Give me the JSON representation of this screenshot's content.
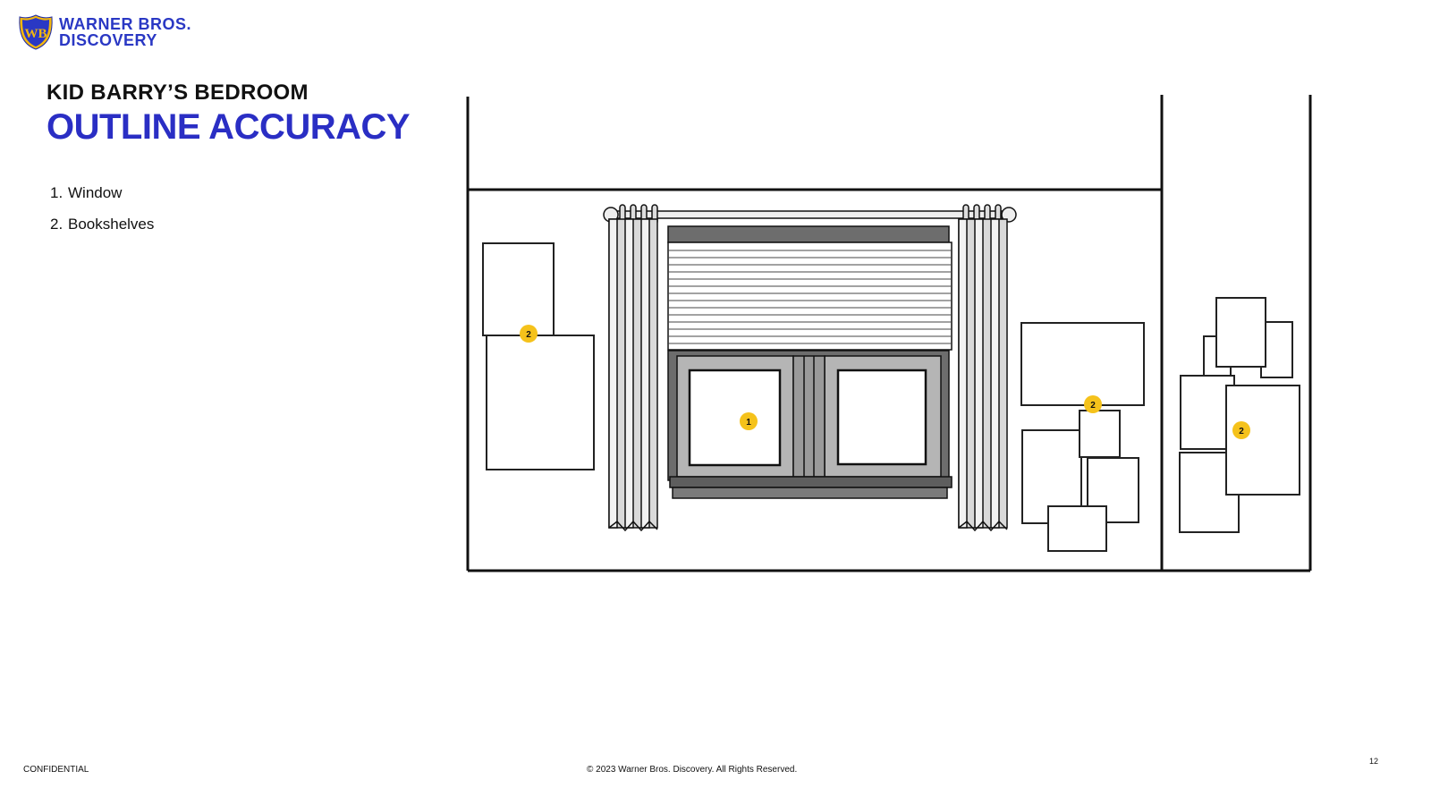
{
  "brand": {
    "line1": "WARNER BROS.",
    "line2": "DISCOVERY",
    "shield_letters": "WB",
    "color": "#2a38c4"
  },
  "header": {
    "subtitle": "KID BARRY’S BEDROOM",
    "title": "OUTLINE ACCURACY"
  },
  "items": [
    {
      "num": "1.",
      "label": "Window"
    },
    {
      "num": "2.",
      "label": "Bookshelves"
    }
  ],
  "markers": [
    {
      "label": "2",
      "refers_to": "Bookshelves"
    },
    {
      "label": "1",
      "refers_to": "Window"
    },
    {
      "label": "2",
      "refers_to": "Bookshelves"
    },
    {
      "label": "2",
      "refers_to": "Bookshelves"
    }
  ],
  "marker_color": "#f5c21b",
  "footer": {
    "confidential": "CONFIDENTIAL",
    "copyright": "© 2023  Warner Bros. Discovery. All Rights Reserved.",
    "page": "12"
  }
}
